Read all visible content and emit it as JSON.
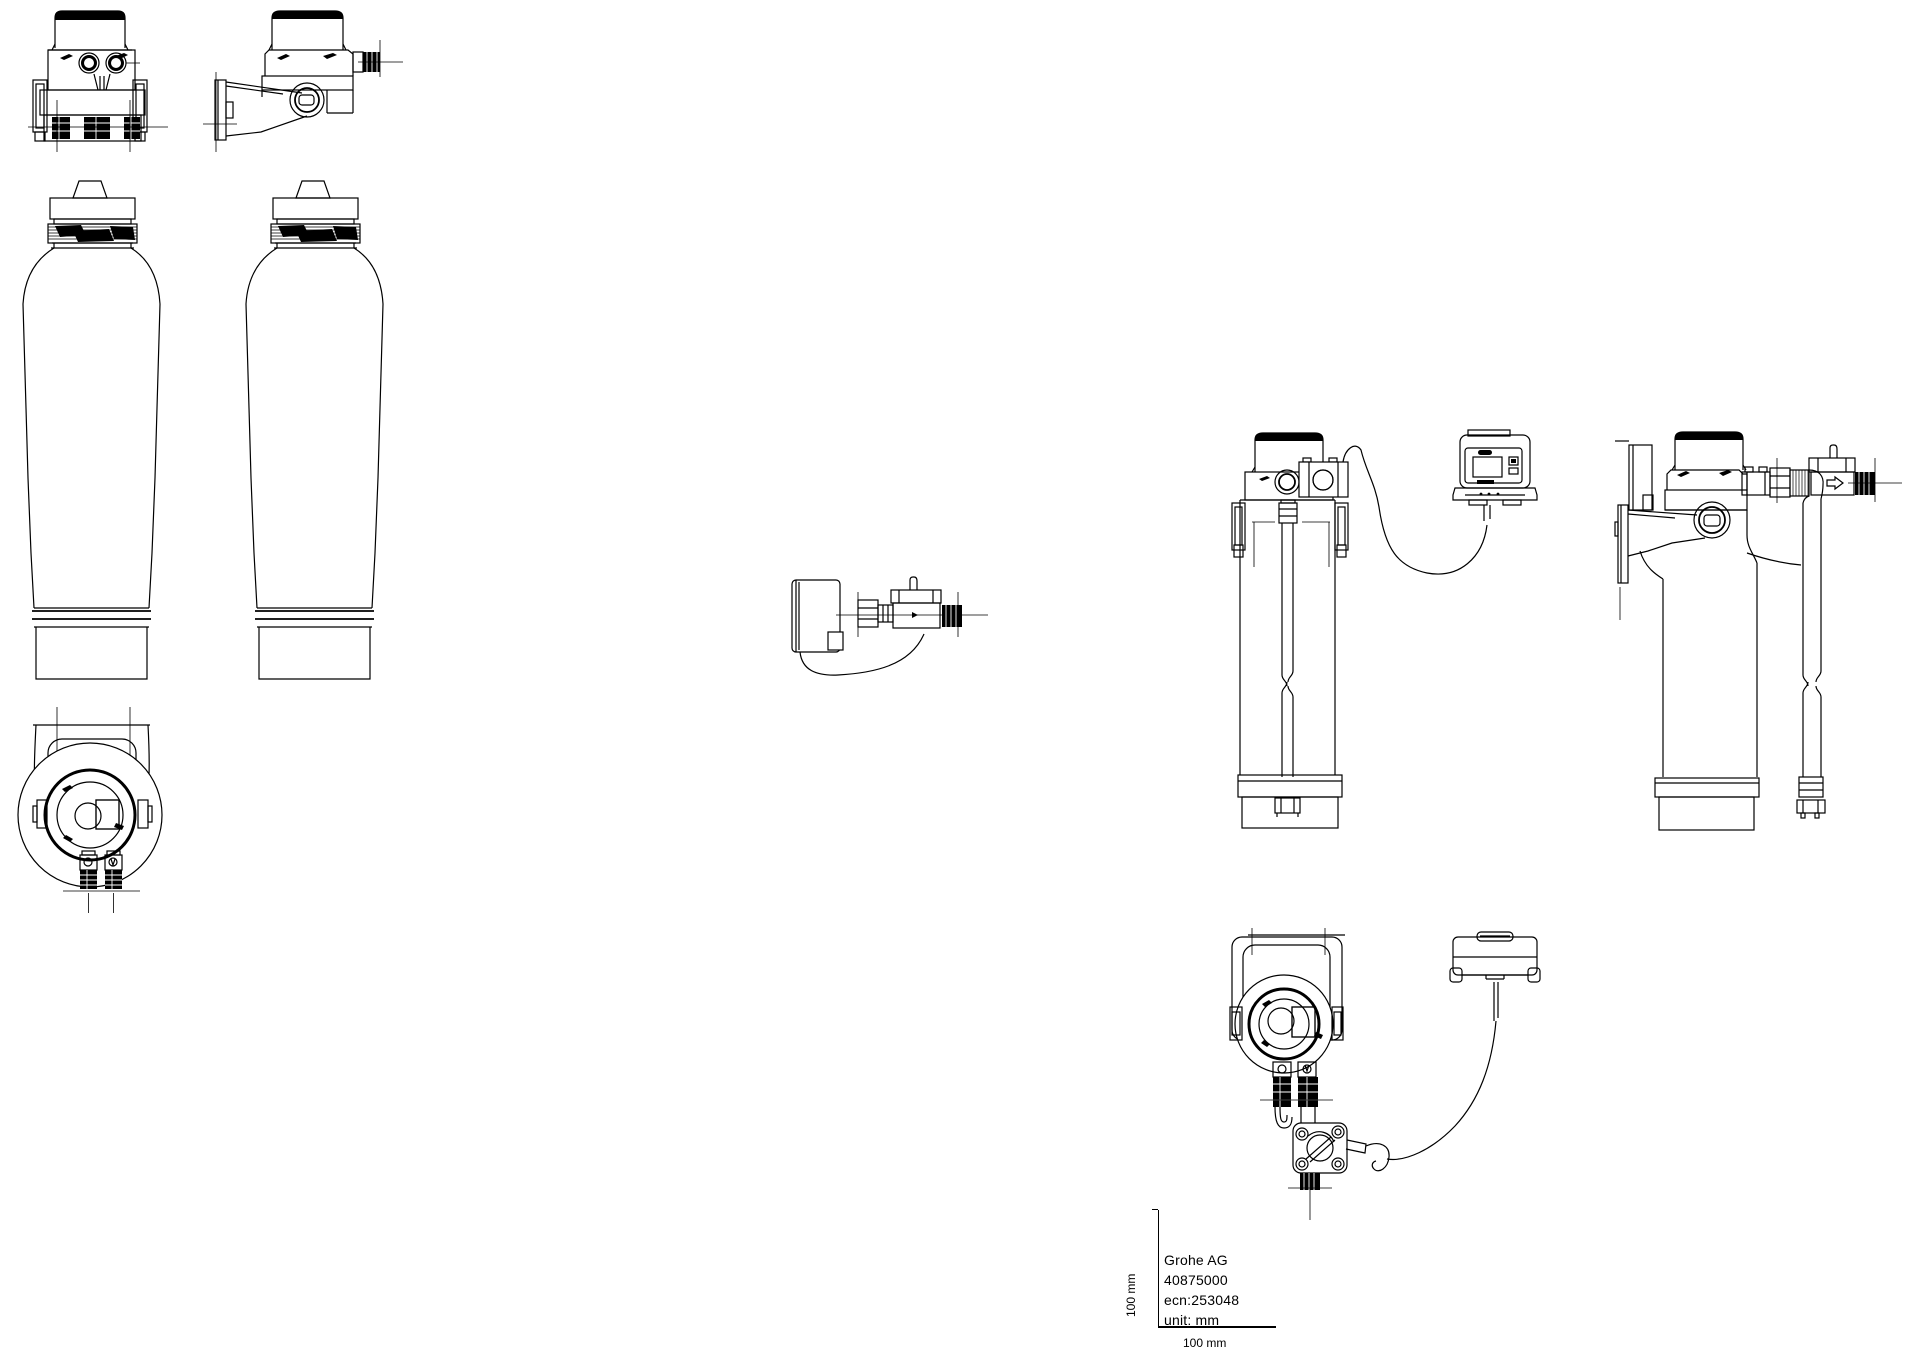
{
  "page": {
    "background": "#ffffff",
    "line_color": "#000000",
    "kind": "technical-drawing"
  },
  "title_block": {
    "company": "Grohe AG",
    "product_code": "40875000",
    "ecn": "ecn:253048",
    "unit": "unit: mm",
    "scale_vertical_label": "100 mm",
    "scale_horizontal_label": "100 mm"
  },
  "views": {
    "head_front": "filter-head-front-view",
    "head_side": "filter-head-side-view-with-wall-bracket",
    "bottle_1": "filter-cartridge-bottle-view-1",
    "bottle_2": "filter-cartridge-bottle-view-2",
    "head_bottom": "filter-head-bottom-view",
    "flow_valve": "flow-sensor-valve-assembly-view",
    "assembly_front": "assembled-unit-front-view-with-display",
    "assembly_side": "assembled-unit-side-view-with-hose",
    "assembly_bottom": "assembled-unit-bottom-view-with-valve-and-display"
  }
}
